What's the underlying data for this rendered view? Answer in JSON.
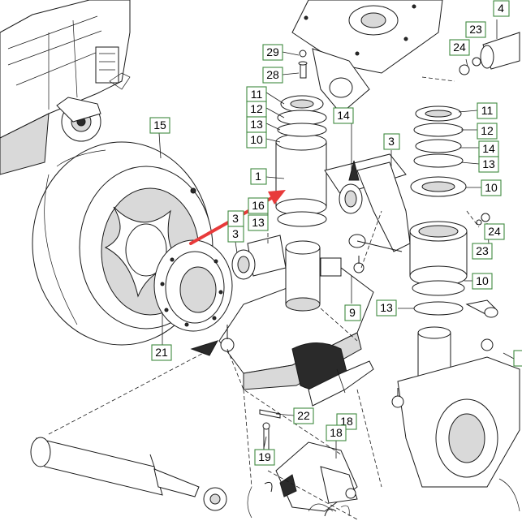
{
  "callouts": [
    {
      "id": "c1",
      "label": "1"
    },
    {
      "id": "c3a",
      "label": "3"
    },
    {
      "id": "c3b",
      "label": "3"
    },
    {
      "id": "c3c",
      "label": "3"
    },
    {
      "id": "c4",
      "label": "4"
    },
    {
      "id": "c9",
      "label": "9"
    },
    {
      "id": "c10a",
      "label": "10"
    },
    {
      "id": "c10b",
      "label": "10"
    },
    {
      "id": "c10c",
      "label": "10"
    },
    {
      "id": "c11a",
      "label": "11"
    },
    {
      "id": "c11b",
      "label": "11"
    },
    {
      "id": "c12a",
      "label": "12"
    },
    {
      "id": "c12b",
      "label": "12"
    },
    {
      "id": "c13a",
      "label": "13"
    },
    {
      "id": "c13b",
      "label": "13"
    },
    {
      "id": "c13c",
      "label": "13"
    },
    {
      "id": "c13d",
      "label": "13"
    },
    {
      "id": "c14a",
      "label": "14"
    },
    {
      "id": "c14b",
      "label": "14"
    },
    {
      "id": "c15",
      "label": "15"
    },
    {
      "id": "c16",
      "label": "16"
    },
    {
      "id": "c18a",
      "label": "18"
    },
    {
      "id": "c18b",
      "label": "18"
    },
    {
      "id": "c19",
      "label": "19"
    },
    {
      "id": "c21",
      "label": "21"
    },
    {
      "id": "c22",
      "label": "22"
    },
    {
      "id": "c23a",
      "label": "23"
    },
    {
      "id": "c23b",
      "label": "23"
    },
    {
      "id": "c24a",
      "label": "24"
    },
    {
      "id": "c24b",
      "label": "24"
    },
    {
      "id": "c28",
      "label": "28"
    },
    {
      "id": "c29",
      "label": "29"
    }
  ],
  "colors": {
    "callout_border": "#3f8a3f",
    "highlight_arrow": "#e83a3a",
    "linework": "#1a1a1a"
  }
}
